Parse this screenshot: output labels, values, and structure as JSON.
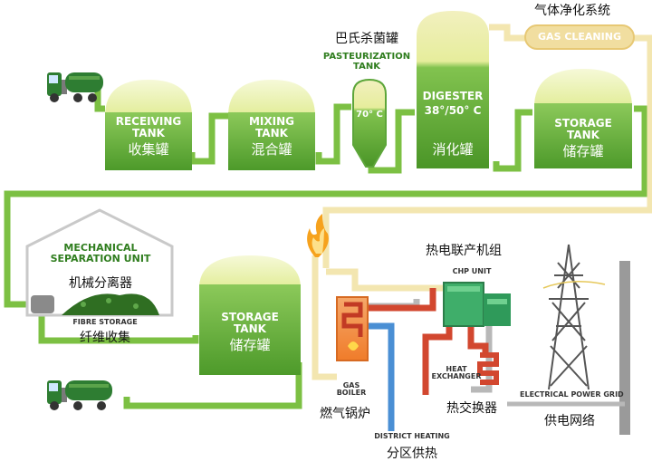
{
  "colors": {
    "tank_green": "#6cb843",
    "tank_dark": "#3f8f22",
    "liquid_light": "#e9f2a6",
    "pipe_green": "#7cc043",
    "pipe_yellow": "#f3e6b0",
    "pipe_grey": "#b8b8b8",
    "hot_red": "#d2472f",
    "cold_blue": "#4a8fd4",
    "truck_green": "#2e7d32"
  },
  "receiving_tank": {
    "en_line1": "RECEIVING",
    "en_line2": "TANK",
    "zh": "收集罐"
  },
  "mixing_tank": {
    "en_line1": "MIXING",
    "en_line2": "TANK",
    "zh": "混合罐"
  },
  "pasteurization_tank": {
    "zh": "巴氏杀菌罐",
    "en_line1": "PASTEURIZATION",
    "en_line2": "TANK",
    "temp": "70° C"
  },
  "digester": {
    "en": "DIGESTER",
    "temp": "38°/50° C",
    "zh": "消化罐"
  },
  "gas_cleaning": {
    "zh": "气体净化系统",
    "en": "GAS CLEANING"
  },
  "storage_tank_top": {
    "en_line1": "STORAGE",
    "en_line2": "TANK",
    "zh": "储存罐"
  },
  "mechanical_separation": {
    "en_line1": "MECHANICAL",
    "en_line2": "SEPARATION UNIT",
    "zh": "机械分离器",
    "fibre_en": "FIBRE STORAGE",
    "fibre_zh": "纤维收集"
  },
  "storage_tank_bottom": {
    "en_line1": "STORAGE",
    "en_line2": "TANK",
    "zh": "储存罐"
  },
  "chp": {
    "zh": "热电联产机组",
    "en": "CHP UNIT"
  },
  "gas_boiler": {
    "en_line1": "GAS",
    "en_line2": "BOILER",
    "zh": "燃气锅炉"
  },
  "heat_exchanger": {
    "en_line1": "HEAT",
    "en_line2": "EXCHANGER",
    "zh": "热交换器"
  },
  "power_grid": {
    "en": "ELECTRICAL POWER GRID",
    "zh": "供电网络"
  },
  "district_heating": {
    "en": "DISTRICT HEATING",
    "zh": "分区供热"
  }
}
